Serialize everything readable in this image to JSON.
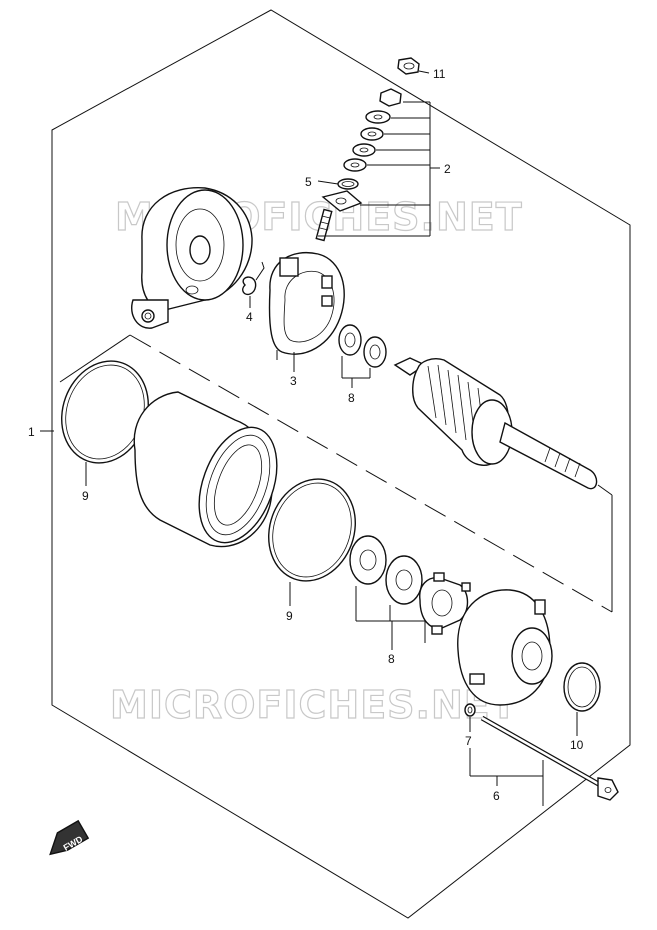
{
  "watermark": "MICROFICHES.NET",
  "fwd_label": "FWD",
  "callouts": {
    "c1": "1",
    "c2": "2",
    "c3": "3",
    "c4": "4",
    "c5": "5",
    "c6": "6",
    "c7": "7",
    "c8a": "8",
    "c8b": "8",
    "c9a": "9",
    "c9b": "9",
    "c10": "10",
    "c11": "11"
  }
}
